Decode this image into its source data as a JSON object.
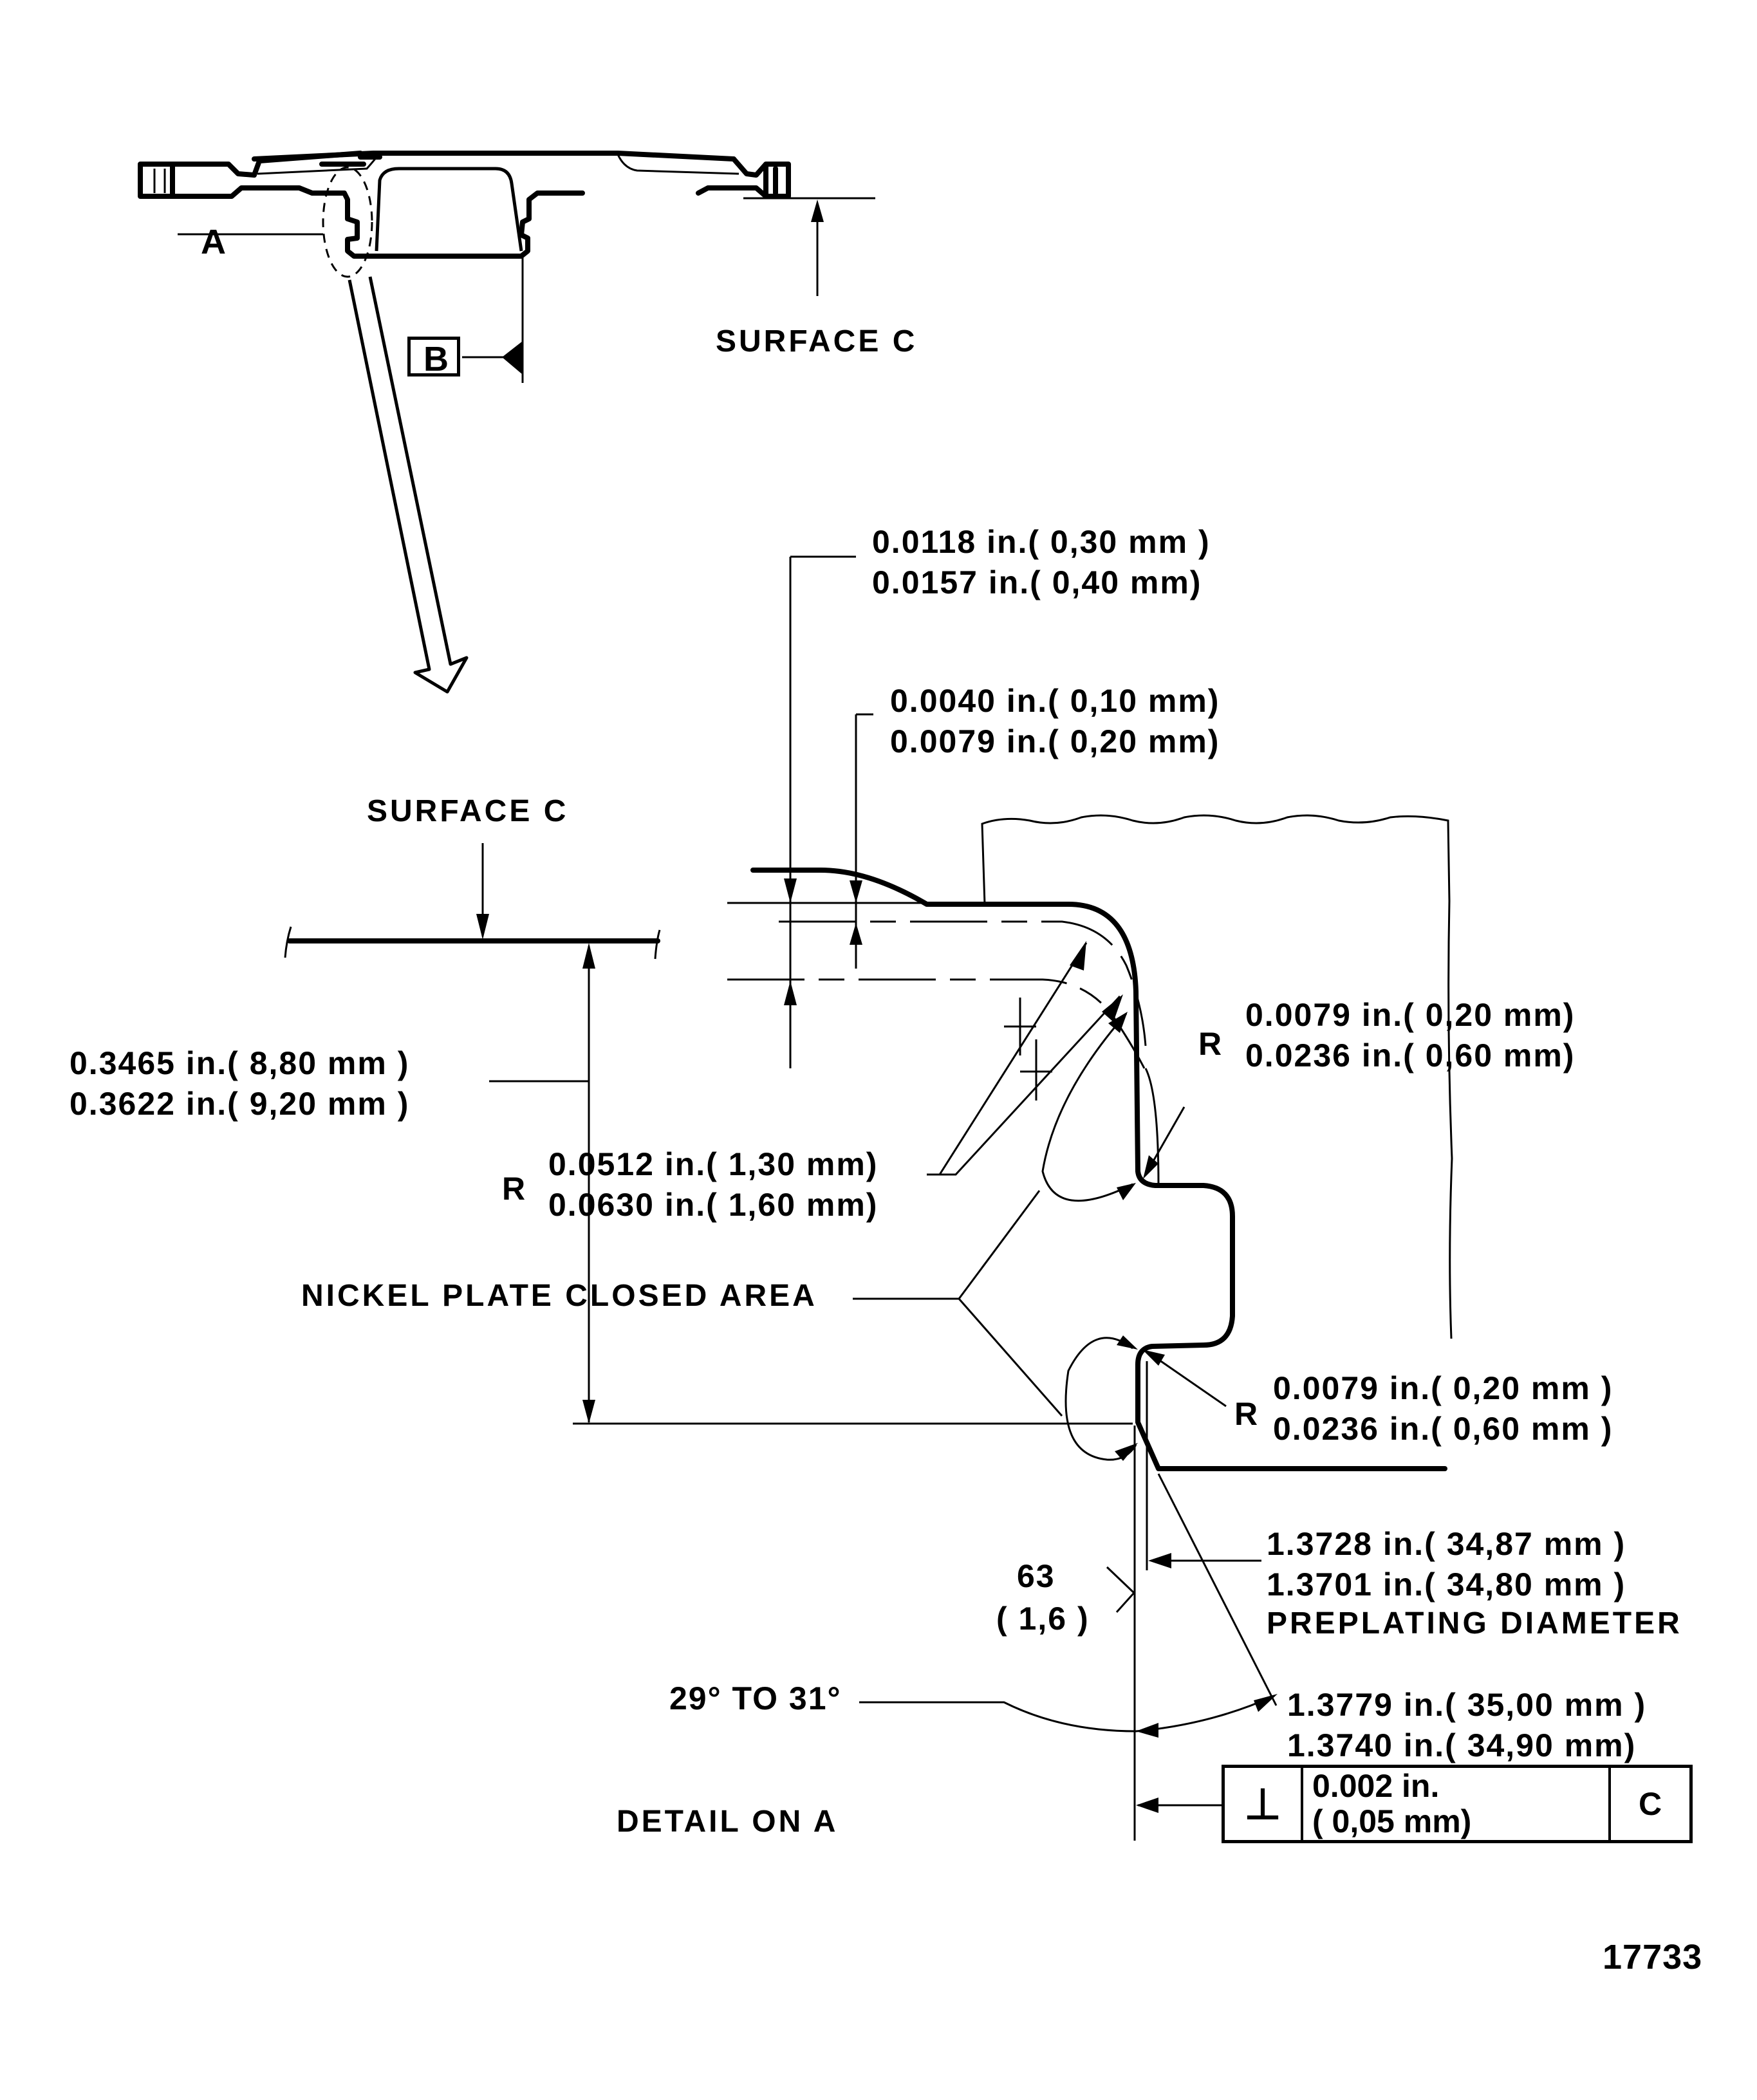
{
  "drawing": {
    "type": "engineering-detail-drawing",
    "figure_number": "17733",
    "title": "DETAIL ON A"
  },
  "overview": {
    "detail_callout": "A",
    "datum_b": "B",
    "surface_label": "SURFACE C"
  },
  "detail": {
    "surface_label": "SURFACE C",
    "dim_height": {
      "line1": "0.3465 in.( 8,80 mm )",
      "line2": "0.3622 in.( 9,20 mm )"
    },
    "dim_step_top": {
      "line1": "0.0118 in.( 0,30 mm )",
      "line2": "0.0157 in.( 0,40 mm)"
    },
    "dim_step_small": {
      "line1": "0.0040 in.( 0,10 mm)",
      "line2": "0.0079 in.( 0,20 mm)"
    },
    "radius_upper": {
      "prefix": "R",
      "line1": "0.0079 in.( 0,20 mm)",
      "line2": "0.0236 in.( 0,60 mm)"
    },
    "radius_large": {
      "prefix": "R",
      "line1": "0.0512 in.( 1,30 mm)",
      "line2": "0.0630 in.( 1,60 mm)"
    },
    "radius_lower": {
      "prefix": "R",
      "line1": "0.0079 in.( 0,20 mm )",
      "line2": "0.0236 in.( 0,60 mm )"
    },
    "nickel_note": "NICKEL PLATE CLOSED AREA",
    "preplating": {
      "line1": "1.3728 in.( 34,87 mm )",
      "line2": "1.3701 in.( 34,80 mm )",
      "line3": "PREPLATING DIAMETER"
    },
    "finish_diameter": {
      "line1": "1.3779 in.( 35,00 mm )",
      "line2": "1.3740 in.( 34,90 mm)"
    },
    "surface_finish": {
      "line1": "63",
      "line2": "( 1,6 )"
    },
    "angle": "29° TO 31°",
    "tolerance_frame": {
      "symbol": "⊥",
      "symbol_name": "perpendicularity",
      "value_line1": "0.002 in.",
      "value_line2": "( 0,05 mm)",
      "datum": "C"
    }
  }
}
